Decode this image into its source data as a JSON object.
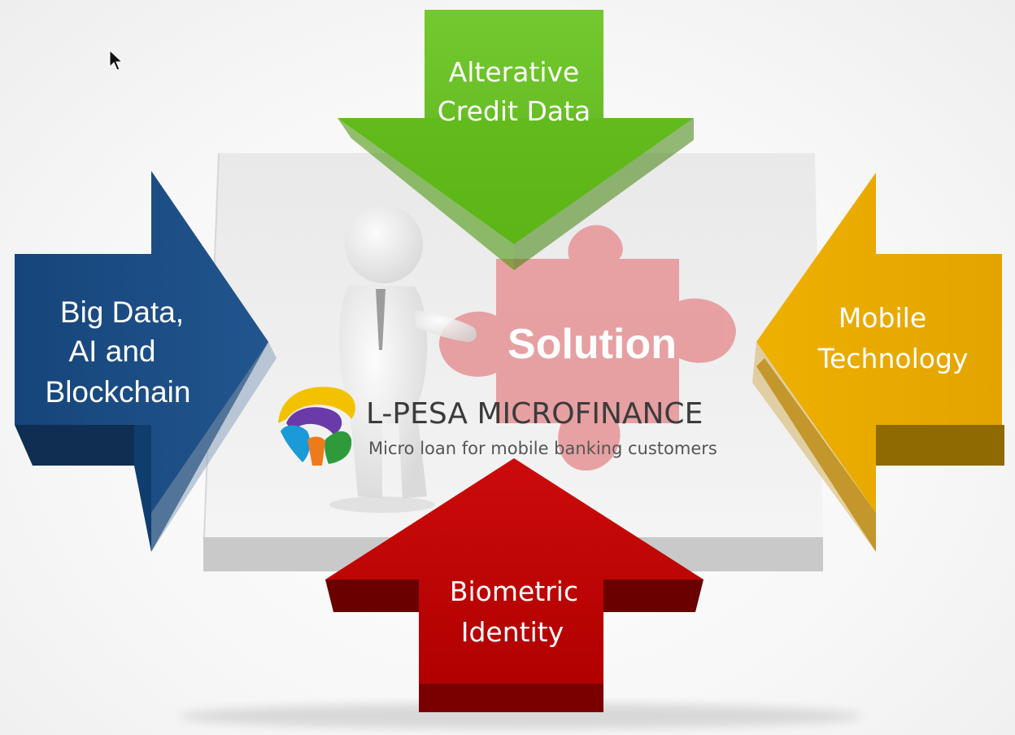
{
  "diagram": {
    "center": {
      "puzzle_label": "Solution",
      "brand_name": "L-PESA MICROFINANCE",
      "brand_tagline": "Micro loan for mobile banking customers"
    },
    "arrows": {
      "top": {
        "line1": "Alterative",
        "line2": "Credit Data",
        "color": "#5cb814"
      },
      "left": {
        "line1": "Big Data,",
        "line2": "AI and",
        "line3": "Blockchain",
        "color": "#1d4b80"
      },
      "right": {
        "line1": "Mobile",
        "line2": "Technology",
        "color": "#e6a700"
      },
      "bottom": {
        "line1": "Biometric",
        "line2": "Identity",
        "color": "#c40000"
      }
    },
    "colors": {
      "puzzle": "#e79ea0",
      "platform": "#e3e3e3",
      "logo_yellow": "#f2c200",
      "logo_purple": "#6a3aa8",
      "logo_blue": "#1a9ad6",
      "logo_green": "#2e9a3c",
      "logo_orange": "#ee7a1e"
    }
  }
}
